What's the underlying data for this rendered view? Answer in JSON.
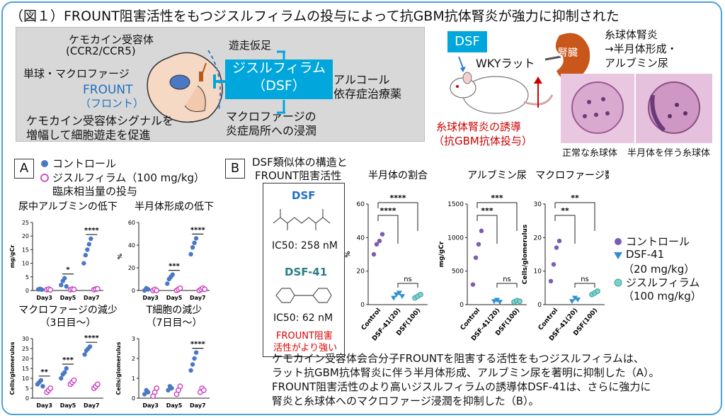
{
  "title": "（図１）FROUNT阻害活性をもつジスルフィラムの投与によって抗GBM抗体腎炎が強力に抑制された",
  "schema": {
    "chemokine_receptor": "ケモカイン受容体",
    "ccr": "(CCR2/CCR5)",
    "monocyte": "単球・マクロファージ",
    "frount": "FROUNT",
    "frount_kana": "（フロント）",
    "signal_line1": "ケモカイン受容体シグナルを",
    "signal_line2": "増幅して細胞遊走を促進",
    "migration": "遊走仮足",
    "dsf_line1": "ジスルフィラム",
    "dsf_line2": "（DSF）",
    "alcohol_line1": "アルコール",
    "alcohol_line2": "依存症治療薬",
    "infil_line1": "マクロファージの",
    "infil_line2": "炎症局所への浸潤"
  },
  "model": {
    "dsf_tag": "DSF",
    "rat": "WKYラット",
    "kidney": "腎臓",
    "gn_line1": "糸球体腎炎",
    "gn_line2": "→半月体形成・",
    "gn_line3": "アルブミン尿",
    "induce_line1": "糸球体腎炎の誘導",
    "induce_line2": "（抗GBM抗体投与）",
    "normal": "正常な糸球体",
    "crescent": "半月体を伴う糸球体"
  },
  "panelA": {
    "label": "A",
    "legend_control": "コントロール",
    "legend_dsf": "ジスルフィラム（100 mg/kg）",
    "legend_dsf2": "臨床相当量の投与",
    "control_color": "#4a78c4",
    "dsf_color": "#c840c0"
  },
  "panelB": {
    "label": "B",
    "struct_title1": "DSF類似体の構造と",
    "struct_title2": "FROUNT阻害活性",
    "dsf_name": "DSF",
    "dsf_ic50": "IC50: 258 nM",
    "dsf41_name": "DSF-41",
    "dsf41_ic50": "IC50: 62 nM",
    "stronger1": "FROUNT阻害",
    "stronger2": "活性がより強い",
    "legend_control": "コントロール",
    "legend_dsf41": "DSF-41",
    "legend_dsf41_dose": "（20 mg/kg）",
    "legend_dsf": "ジスルフィラム",
    "legend_dsf_dose": "（100 mg/kg）",
    "control_color": "#7a5cb0",
    "dsf41_color": "#2f8fd0",
    "dsf_color": "#3aa3a3"
  },
  "caption": [
    "ケモカイン受容体会合分子FROUNTを阻害する活性をもつジスルフィラムは、",
    "ラット抗GBM抗体腎炎に伴う半月体形成、アルブミン尿を著明に抑制した（A）。",
    "FROUNT阻害活性のより高いジスルフィラムの誘導体DSF-41は、さらに強力に",
    "腎炎と糸球体へのマクロファージ浸潤を抑制した（B）。"
  ],
  "chart_data": [
    {
      "type": "scatter",
      "title": "尿中アルブミンの低下",
      "ylabel": "mg/gCr",
      "ylim": [
        0,
        25
      ],
      "yticks": [
        0,
        5,
        10,
        15,
        20,
        25
      ],
      "categories": [
        "Day3",
        "Day5",
        "Day7"
      ],
      "series": [
        {
          "name": "コントロール",
          "values": [
            [
              0.4,
              0.6,
              0.3
            ],
            [
              2.0,
              3.5,
              4.5,
              1.5
            ],
            [
              10,
              13,
              15,
              17,
              19
            ]
          ]
        },
        {
          "name": "ジスルフィラム（100 mg/kg）",
          "values": [
            [
              0.3,
              0.5,
              0.2
            ],
            [
              0.3,
              0.5,
              0.4
            ],
            [
              0.3,
              0.5,
              0.6
            ]
          ]
        }
      ],
      "significance": [
        "",
        "*",
        "****"
      ]
    },
    {
      "type": "scatter",
      "title": "半月体形成の低下",
      "ylabel": "%",
      "ylim": [
        0,
        60
      ],
      "yticks": [
        0,
        20,
        40,
        60
      ],
      "categories": [
        "Day3",
        "Day5",
        "Day7"
      ],
      "series": [
        {
          "name": "コントロール",
          "values": [
            [
              0,
              2,
              1
            ],
            [
              6,
              10,
              12,
              14
            ],
            [
              32,
              38,
              42,
              46
            ]
          ]
        },
        {
          "name": "ジスルフィラム（100 mg/kg）",
          "values": [
            [
              0,
              1,
              0
            ],
            [
              0,
              1,
              2
            ],
            [
              0,
              1,
              2,
              1
            ]
          ]
        }
      ],
      "significance": [
        "",
        "***",
        "****"
      ]
    },
    {
      "type": "scatter",
      "title": "マクロファージの減少（3日目〜）",
      "ylabel": "Cells/glomerulus",
      "ylim": [
        0,
        30
      ],
      "yticks": [
        0,
        5,
        10,
        15,
        20,
        25,
        30
      ],
      "categories": [
        "Day3",
        "Day5",
        "Day7"
      ],
      "series": [
        {
          "name": "コントロール",
          "values": [
            [
              7,
              8,
              9,
              6
            ],
            [
              10,
              12,
              13,
              15
            ],
            [
              22,
              24,
              25,
              26
            ]
          ]
        },
        {
          "name": "ジスルフィラム（100 mg/kg）",
          "values": [
            [
              3,
              4,
              5
            ],
            [
              7,
              8,
              9
            ],
            [
              5,
              6,
              7
            ]
          ]
        }
      ],
      "significance": [
        "**",
        "***",
        "****"
      ]
    },
    {
      "type": "scatter",
      "title": "T細胞の減少（7日目〜）",
      "ylabel": "Cells/glomerulus",
      "ylim": [
        0,
        3
      ],
      "yticks": [
        0,
        1,
        2,
        3
      ],
      "categories": [
        "Day3",
        "Day5",
        "Day7"
      ],
      "series": [
        {
          "name": "コントロール",
          "values": [
            [
              0.2,
              0.4,
              0.3
            ],
            [
              0.4,
              0.6,
              0.5
            ],
            [
              1.4,
              1.7,
              2.0,
              2.3
            ]
          ]
        },
        {
          "name": "ジスルフィラム（100 mg/kg）",
          "values": [
            [
              0.1,
              0.3,
              0.5
            ],
            [
              0.2,
              0.4,
              0.6
            ],
            [
              0.3,
              0.5,
              0.4
            ]
          ]
        }
      ],
      "significance": [
        "",
        "",
        "****"
      ]
    },
    {
      "type": "scatter",
      "title": "半月体の割合",
      "ylabel": "%",
      "ylim": [
        0,
        60
      ],
      "yticks": [
        0,
        20,
        40,
        60
      ],
      "categories": [
        "Control",
        "DSF-41(20)",
        "DSF(100)"
      ],
      "series": [
        {
          "name": "コントロール",
          "values": [
            [
              30,
              36,
              38,
              42
            ]
          ]
        },
        {
          "name": "DSF-41",
          "values": [
            [
              4,
              6,
              7,
              5
            ]
          ]
        },
        {
          "name": "ジスルフィラム",
          "values": [
            [
              4,
              5,
              6
            ]
          ]
        }
      ],
      "significance_brackets": [
        "****",
        "****",
        "ns"
      ]
    },
    {
      "type": "scatter",
      "title": "アルブミン尿",
      "ylabel": "mg/gCr",
      "ylim": [
        0,
        1500
      ],
      "yticks": [
        0,
        500,
        1000,
        1500
      ],
      "categories": [
        "Control",
        "DSF-41(20)",
        "DSF(100)"
      ],
      "series": [
        {
          "name": "コントロール",
          "values": [
            [
              300,
              700,
              900,
              1100
            ]
          ]
        },
        {
          "name": "DSF-41",
          "values": [
            [
              50,
              70,
              40
            ]
          ]
        },
        {
          "name": "ジスルフィラム",
          "values": [
            [
              40,
              60,
              50
            ]
          ]
        }
      ],
      "significance_brackets": [
        "***",
        "***",
        "ns"
      ]
    },
    {
      "type": "scatter",
      "title": "マクロファージ数",
      "ylabel": "Cells/glomerulus",
      "ylim": [
        0,
        30
      ],
      "yticks": [
        0,
        10,
        20,
        30
      ],
      "categories": [
        "Control",
        "DSF-41(20)",
        "DSF(100)"
      ],
      "series": [
        {
          "name": "コントロール",
          "values": [
            [
              7,
              12,
              17,
              19
            ]
          ]
        },
        {
          "name": "DSF-41",
          "values": [
            [
              1,
              2,
              1.5
            ]
          ]
        },
        {
          "name": "ジスルフィラム",
          "values": [
            [
              3,
              3.5,
              4
            ]
          ]
        }
      ],
      "significance_brackets": [
        "**",
        "**",
        "ns"
      ]
    }
  ]
}
